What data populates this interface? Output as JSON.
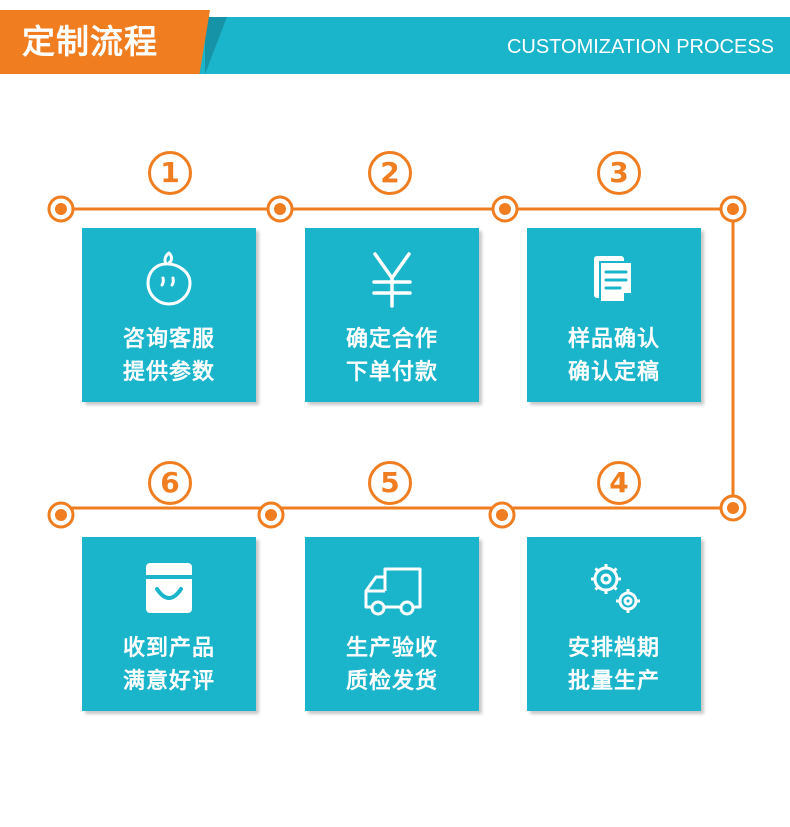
{
  "header": {
    "title": "定制流程",
    "subtitle": "CUSTOMIZATION PROCESS"
  },
  "colors": {
    "accent": "#f07d1f",
    "teal": "#1ab4cb",
    "white": "#ffffff"
  },
  "steps": [
    {
      "number": "1",
      "line1": "咨询客服",
      "line2": "提供参数",
      "icon": "chat-face-icon"
    },
    {
      "number": "2",
      "line1": "确定合作",
      "line2": "下单付款",
      "icon": "yen-icon"
    },
    {
      "number": "3",
      "line1": "样品确认",
      "line2": "确认定稿",
      "icon": "document-icon"
    },
    {
      "number": "4",
      "line1": "安排档期",
      "line2": "批量生产",
      "icon": "gears-icon"
    },
    {
      "number": "5",
      "line1": "生产验收",
      "line2": "质检发货",
      "icon": "truck-icon"
    },
    {
      "number": "6",
      "line1": "收到产品",
      "line2": "满意好评",
      "icon": "shopping-bag-icon"
    }
  ]
}
